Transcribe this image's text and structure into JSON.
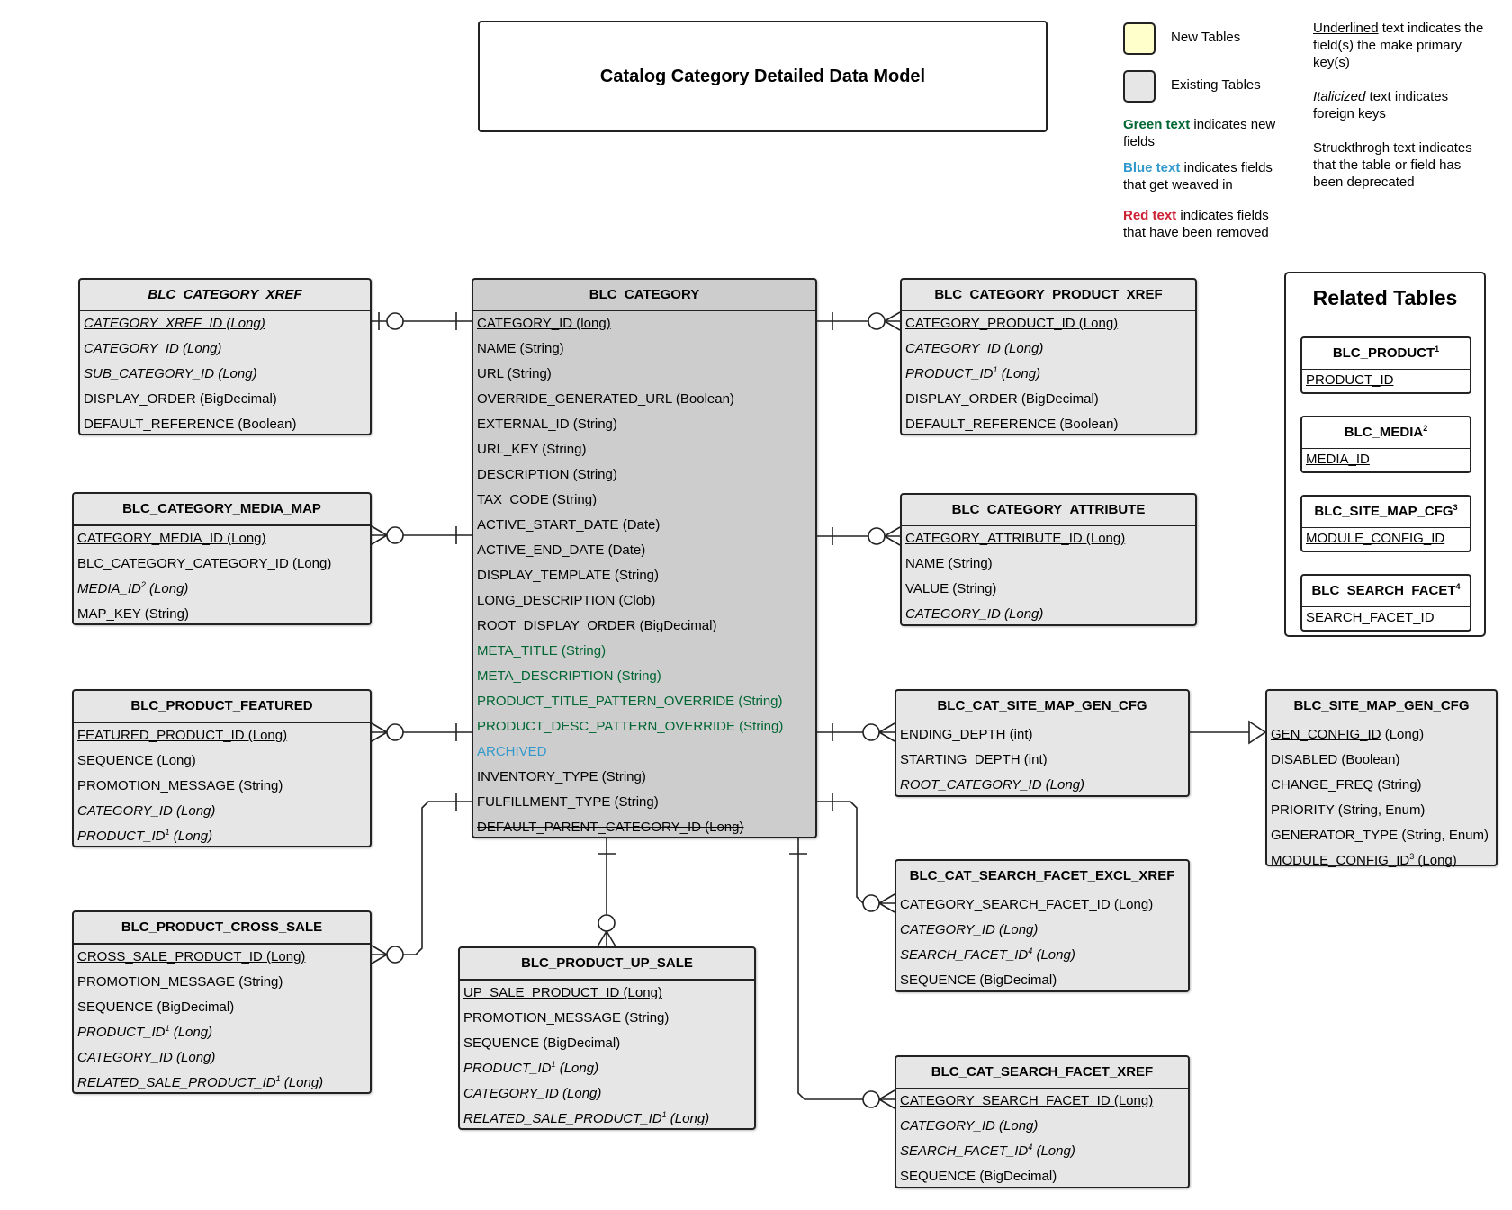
{
  "title": "Catalog Category Detailed Data Model",
  "legend": {
    "new_tables": "New Tables",
    "existing_tables": "Existing Tables",
    "new_color": "#ffffcc",
    "existing_color": "#e6e6e6",
    "green_word": "Green text",
    "green_rest": " indicates new fields",
    "blue_word": "Blue text",
    "blue_rest": " indicates fields that get weaved in",
    "red_word": "Red text",
    "red_rest": " indicates fields that have been removed",
    "underlined_word": "Underlined",
    "underlined_rest": " text indicates the field(s) the make primary key(s)",
    "italic_word": "Italicized",
    "italic_rest": " text indicates foreign keys",
    "struck_word": "Struckthrogh ",
    "struck_rest": "text indicates that the table or field has been deprecated"
  },
  "tables": {
    "category_xref": {
      "name": "BLC_CATEGORY_XREF",
      "fields": [
        {
          "text": "CATEGORY_XREF_ID (Long)",
          "sup": ""
        },
        {
          "text": "CATEGORY_ID (Long)",
          "sup": ""
        },
        {
          "text": "SUB_CATEGORY_ID (Long)",
          "sup": ""
        },
        {
          "text": "DISPLAY_ORDER (BigDecimal)",
          "sup": ""
        },
        {
          "text": "DEFAULT_REFERENCE (Boolean)",
          "sup": ""
        }
      ]
    },
    "category": {
      "name": "BLC_CATEGORY",
      "fields": [
        {
          "text": "CATEGORY_ID (long)"
        },
        {
          "text": "NAME (String)"
        },
        {
          "text": "URL (String)"
        },
        {
          "text": "OVERRIDE_GENERATED_URL (Boolean)"
        },
        {
          "text": "EXTERNAL_ID (String)"
        },
        {
          "text": "URL_KEY (String)"
        },
        {
          "text": "DESCRIPTION (String)"
        },
        {
          "text": "TAX_CODE (String)"
        },
        {
          "text": "ACTIVE_START_DATE (Date)"
        },
        {
          "text": "ACTIVE_END_DATE (Date)"
        },
        {
          "text": "DISPLAY_TEMPLATE (String)"
        },
        {
          "text": "LONG_DESCRIPTION (Clob)"
        },
        {
          "text": "ROOT_DISPLAY_ORDER (BigDecimal)"
        },
        {
          "text": "META_TITLE (String)"
        },
        {
          "text": "META_DESCRIPTION (String)"
        },
        {
          "text": "PRODUCT_TITLE_PATTERN_OVERRIDE (String)"
        },
        {
          "text": "PRODUCT_DESC_PATTERN_OVERRIDE (String)"
        },
        {
          "text": "ARCHIVED"
        },
        {
          "text": "INVENTORY_TYPE (String)"
        },
        {
          "text": "FULFILLMENT_TYPE (String)"
        },
        {
          "text": "DEFAULT_PARENT_CATEGORY_ID (Long)"
        }
      ]
    },
    "category_product_xref": {
      "name": "BLC_CATEGORY_PRODUCT_XREF",
      "fields": [
        {
          "pre": "CATEGORY_PRODUCT_ID (Long)",
          "sup": "",
          "post": ""
        },
        {
          "pre": "CATEGORY_ID (Long)",
          "sup": "",
          "post": ""
        },
        {
          "pre": "PRODUCT_ID",
          "sup": "1",
          "post": " (Long)"
        },
        {
          "pre": "DISPLAY_ORDER (BigDecimal)",
          "sup": "",
          "post": ""
        },
        {
          "pre": "DEFAULT_REFERENCE (Boolean)",
          "sup": "",
          "post": ""
        }
      ]
    },
    "category_media_map": {
      "name": "BLC_CATEGORY_MEDIA_MAP",
      "fields": [
        {
          "pre": "CATEGORY_MEDIA_ID (Long)",
          "sup": "",
          "post": ""
        },
        {
          "pre": "BLC_CATEGORY_CATEGORY_ID (Long)",
          "sup": "",
          "post": ""
        },
        {
          "pre": "MEDIA_ID",
          "sup": "2",
          "post": " (Long)"
        },
        {
          "pre": "MAP_KEY (String)",
          "sup": "",
          "post": ""
        }
      ]
    },
    "category_attribute": {
      "name": "BLC_CATEGORY_ATTRIBUTE",
      "fields": [
        {
          "pre": "CATEGORY_ATTRIBUTE_ID (Long)"
        },
        {
          "pre": "NAME (String)"
        },
        {
          "pre": "VALUE (String)"
        },
        {
          "pre": "CATEGORY_ID (Long)"
        }
      ]
    },
    "product_featured": {
      "name": "BLC_PRODUCT_FEATURED",
      "fields": [
        {
          "pre": "FEATURED_PRODUCT_ID (Long)",
          "sup": "",
          "post": ""
        },
        {
          "pre": "SEQUENCE (Long)",
          "sup": "",
          "post": ""
        },
        {
          "pre": "PROMOTION_MESSAGE (String)",
          "sup": "",
          "post": ""
        },
        {
          "pre": "CATEGORY_ID (Long)",
          "sup": "",
          "post": ""
        },
        {
          "pre": "PRODUCT_ID",
          "sup": "1",
          "post": " (Long)"
        }
      ]
    },
    "cat_site_map_gen_cfg": {
      "name": "BLC_CAT_SITE_MAP_GEN_CFG",
      "fields": [
        {
          "pre": "ENDING_DEPTH (int)"
        },
        {
          "pre": "STARTING_DEPTH (int)"
        },
        {
          "pre": "ROOT_CATEGORY_ID (Long)"
        }
      ]
    },
    "site_map_gen_cfg": {
      "name": "BLC_SITE_MAP_GEN_CFG",
      "fields": [
        {
          "pre": "GEN_CONFIG_ID",
          "sup": "",
          "post": " (Long)"
        },
        {
          "pre": "DISABLED (Boolean)",
          "sup": "",
          "post": ""
        },
        {
          "pre": "CHANGE_FREQ (String)",
          "sup": "",
          "post": ""
        },
        {
          "pre": "PRIORITY (String, Enum)",
          "sup": "",
          "post": ""
        },
        {
          "pre": "GENERATOR_TYPE (String, Enum)",
          "sup": "",
          "post": ""
        },
        {
          "pre": "MODULE_CONFIG_ID",
          "sup": "3",
          "post": " (Long)"
        }
      ]
    },
    "product_cross_sale": {
      "name": "BLC_PRODUCT_CROSS_SALE",
      "fields": [
        {
          "pre": "CROSS_SALE_PRODUCT_ID (Long)",
          "sup": "",
          "post": ""
        },
        {
          "pre": "PROMOTION_MESSAGE (String)",
          "sup": "",
          "post": ""
        },
        {
          "pre": "SEQUENCE (BigDecimal)",
          "sup": "",
          "post": ""
        },
        {
          "pre": "PRODUCT_ID",
          "sup": "1",
          "post": " (Long)"
        },
        {
          "pre": "CATEGORY_ID (Long)",
          "sup": "",
          "post": ""
        },
        {
          "pre": "RELATED_SALE_PRODUCT_ID",
          "sup": "1",
          "post": " (Long)"
        }
      ]
    },
    "product_up_sale": {
      "name": "BLC_PRODUCT_UP_SALE",
      "fields": [
        {
          "pre": "UP_SALE_PRODUCT_ID (Long)",
          "sup": "",
          "post": ""
        },
        {
          "pre": "PROMOTION_MESSAGE (String)",
          "sup": "",
          "post": ""
        },
        {
          "pre": "SEQUENCE (BigDecimal)",
          "sup": "",
          "post": ""
        },
        {
          "pre": "PRODUCT_ID",
          "sup": "1",
          "post": " (Long)"
        },
        {
          "pre": "CATEGORY_ID (Long)",
          "sup": "",
          "post": ""
        },
        {
          "pre": "RELATED_SALE_PRODUCT_ID",
          "sup": "1",
          "post": " (Long)"
        }
      ]
    },
    "cat_search_facet_excl_xref": {
      "name": "BLC_CAT_SEARCH_FACET_EXCL_XREF",
      "fields": [
        {
          "pre": "CATEGORY_SEARCH_FACET_ID (Long)",
          "sup": "",
          "post": ""
        },
        {
          "pre": "CATEGORY_ID (Long)",
          "sup": "",
          "post": ""
        },
        {
          "pre": "SEARCH_FACET_ID",
          "sup": "4",
          "post": " (Long)"
        },
        {
          "pre": "SEQUENCE (BigDecimal)",
          "sup": "",
          "post": ""
        }
      ]
    },
    "cat_search_facet_xref": {
      "name": "BLC_CAT_SEARCH_FACET_XREF",
      "fields": [
        {
          "pre": "CATEGORY_SEARCH_FACET_ID (Long)",
          "sup": "",
          "post": ""
        },
        {
          "pre": "CATEGORY_ID (Long)",
          "sup": "",
          "post": ""
        },
        {
          "pre": "SEARCH_FACET_ID",
          "sup": "4",
          "post": " (Long)"
        },
        {
          "pre": "SEQUENCE (BigDecimal)",
          "sup": "",
          "post": ""
        }
      ]
    }
  },
  "related": {
    "title": "Related Tables",
    "items": [
      {
        "name": "BLC_PRODUCT",
        "sup": "1",
        "field": "PRODUCT_ID"
      },
      {
        "name": "BLC_MEDIA",
        "sup": "2",
        "field": "MEDIA_ID"
      },
      {
        "name": "BLC_SITE_MAP_CFG",
        "sup": "3",
        "field": "MODULE_CONFIG_ID"
      },
      {
        "name": "BLC_SEARCH_FACET",
        "sup": "4",
        "field": "SEARCH_FACET_ID"
      }
    ]
  }
}
